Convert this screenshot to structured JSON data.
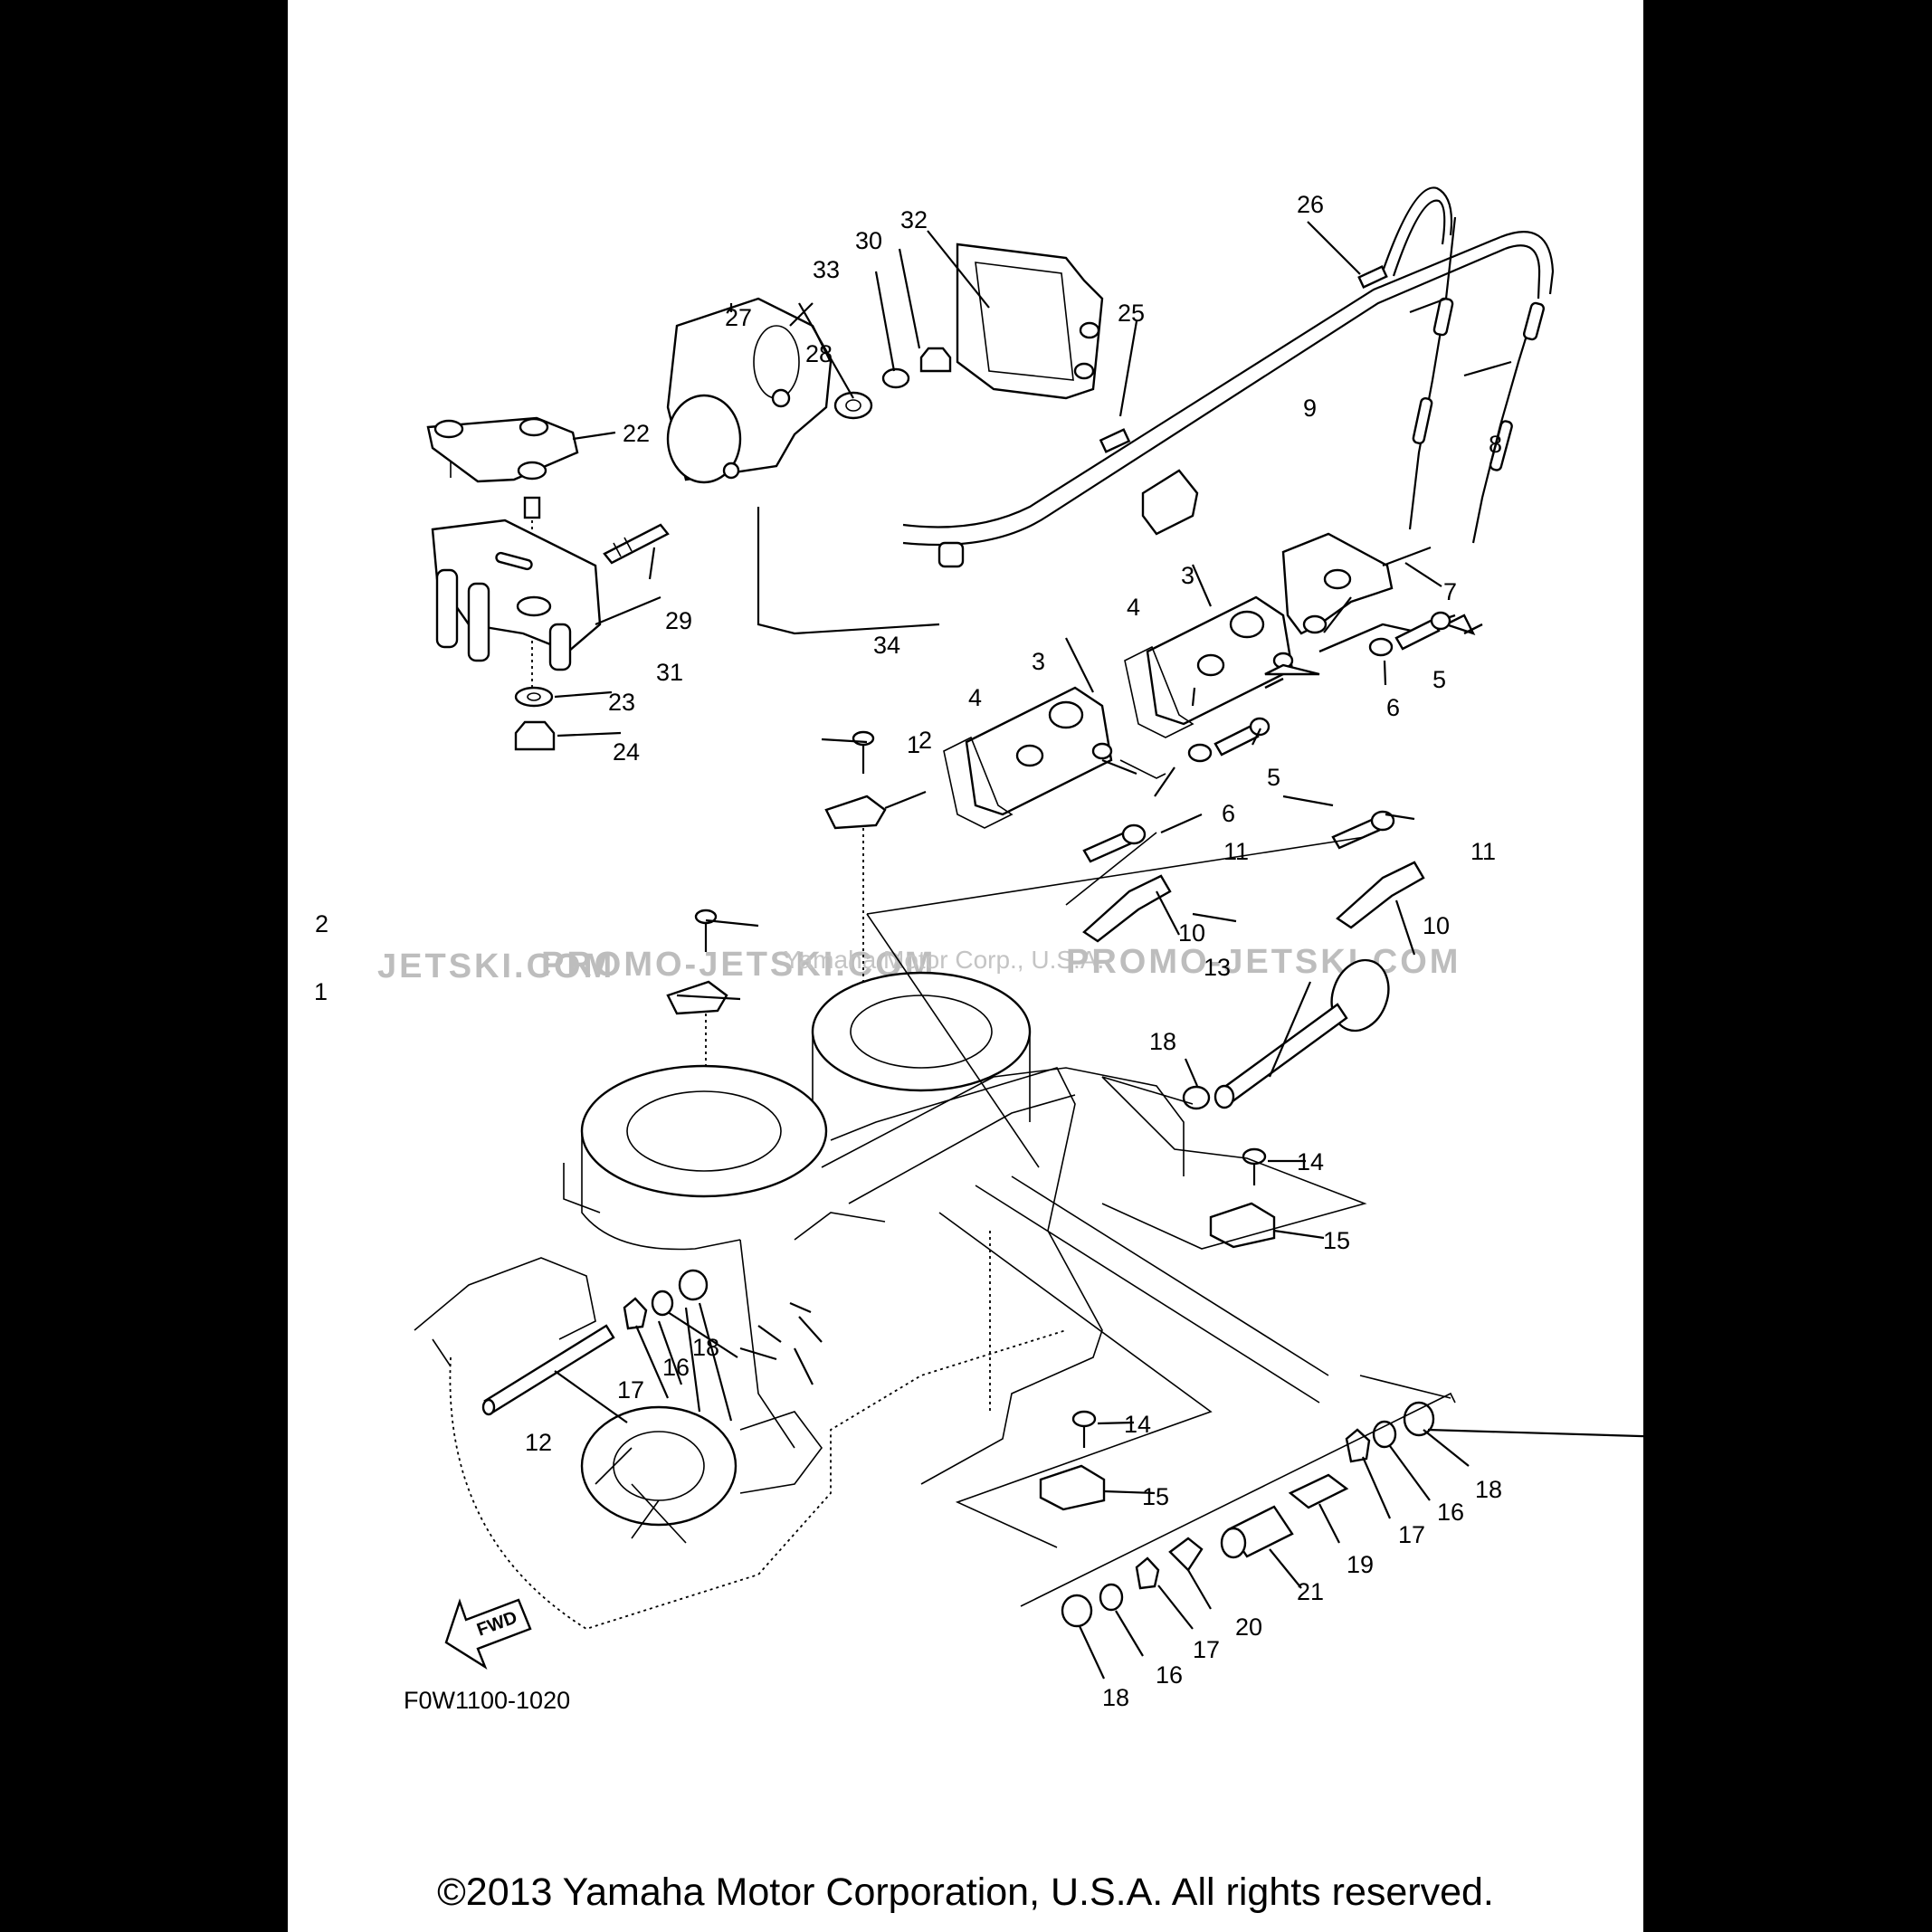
{
  "diagram": {
    "code": "F0W1100-1020",
    "fwd_label": "FWD",
    "watermark_left": "JETSKI.COM",
    "watermark_right": "PROMO-JETSKI.COM",
    "watermark_left2": "PROMO-JETSKI.COM",
    "watermark_center": "Yamaha Motor Corp., U.S.A.",
    "copyright": "©2013 Yamaha Motor Corporation, U.S.A. All rights reserved.",
    "callouts": [
      {
        "n": "1"
      },
      {
        "n": "1"
      },
      {
        "n": "2"
      },
      {
        "n": "2"
      },
      {
        "n": "3"
      },
      {
        "n": "3"
      },
      {
        "n": "4"
      },
      {
        "n": "4"
      },
      {
        "n": "5"
      },
      {
        "n": "5"
      },
      {
        "n": "6"
      },
      {
        "n": "6"
      },
      {
        "n": "7"
      },
      {
        "n": "8"
      },
      {
        "n": "9"
      },
      {
        "n": "10"
      },
      {
        "n": "10"
      },
      {
        "n": "11"
      },
      {
        "n": "11"
      },
      {
        "n": "12"
      },
      {
        "n": "13"
      },
      {
        "n": "14"
      },
      {
        "n": "14"
      },
      {
        "n": "15"
      },
      {
        "n": "15"
      },
      {
        "n": "16"
      },
      {
        "n": "16"
      },
      {
        "n": "16"
      },
      {
        "n": "17"
      },
      {
        "n": "17"
      },
      {
        "n": "17"
      },
      {
        "n": "18"
      },
      {
        "n": "18"
      },
      {
        "n": "18"
      },
      {
        "n": "18"
      },
      {
        "n": "19"
      },
      {
        "n": "20"
      },
      {
        "n": "21"
      },
      {
        "n": "22"
      },
      {
        "n": "23"
      },
      {
        "n": "24"
      },
      {
        "n": "25"
      },
      {
        "n": "26"
      },
      {
        "n": "27"
      },
      {
        "n": "28"
      },
      {
        "n": "29"
      },
      {
        "n": "30"
      },
      {
        "n": "31"
      },
      {
        "n": "32"
      },
      {
        "n": "33"
      },
      {
        "n": "34"
      }
    ]
  }
}
